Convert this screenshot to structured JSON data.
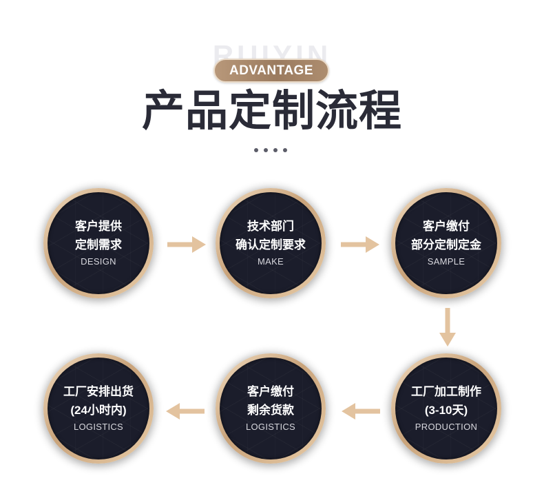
{
  "watermark": "RUIYIN",
  "badge": "ADVANTAGE",
  "title": "产品定制流程",
  "colors": {
    "badge_gold": "#a88869",
    "ring_gold": "#d4b08a",
    "circle_fill": "#1b1d2b",
    "title_text": "#2a2b37",
    "arrow": "#e3c39f"
  },
  "steps": [
    {
      "line1": "客户提供",
      "line2": "定制需求",
      "label_en": "DESIGN"
    },
    {
      "line1": "技术部门",
      "line2": "确认定制要求",
      "label_en": "MAKE"
    },
    {
      "line1": "客户缴付",
      "line2": "部分定制定金",
      "label_en": "SAMPLE"
    },
    {
      "line1": "工厂加工制作",
      "line2": "(3-10天)",
      "label_en": "PRODUCTION"
    },
    {
      "line1": "客户缴付",
      "line2": "剩余货款",
      "label_en": "LOGISTICS"
    },
    {
      "line1": "工厂安排出货",
      "line2": "(24小时内)",
      "label_en": "LOGISTICS"
    }
  ],
  "flow_arrows": [
    "arrow-right-icon",
    "arrow-right-icon",
    "arrow-down-icon",
    "arrow-left-icon",
    "arrow-left-icon"
  ]
}
